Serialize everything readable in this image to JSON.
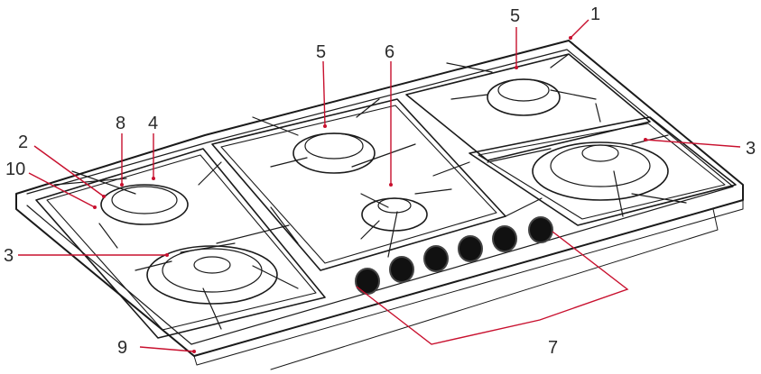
{
  "colors": {
    "line": "#1a1a1a",
    "callout": "#c8102e",
    "label": "#2b2b2b",
    "knob": "#111111"
  },
  "callouts": {
    "c1": "1",
    "c2": "2",
    "c3_right": "3",
    "c3_left": "3",
    "c4": "4",
    "c5_right": "5",
    "c5_middle": "5",
    "c6": "6",
    "c7": "7",
    "c8": "8",
    "c9": "9",
    "c10": "10"
  }
}
